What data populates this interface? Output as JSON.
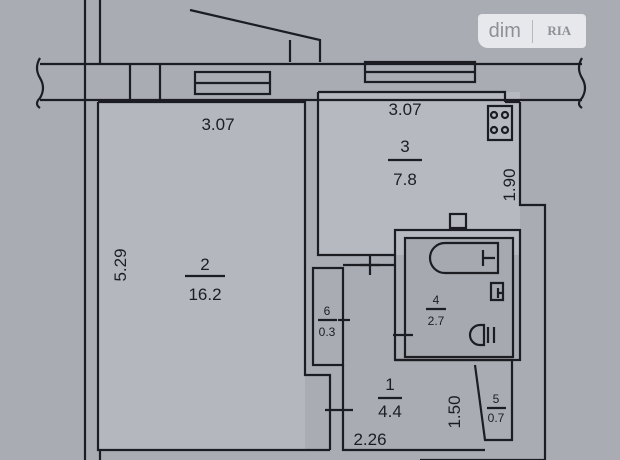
{
  "logo": {
    "part1": "dim",
    "part2": "RIA"
  },
  "rooms": [
    {
      "number": "2",
      "area": "16.2"
    },
    {
      "number": "3",
      "area": "7.8"
    },
    {
      "number": "4",
      "area": "2.7"
    },
    {
      "number": "6",
      "area": "0.3"
    },
    {
      "number": "1",
      "area": "4.4"
    },
    {
      "number": "5",
      "area": "0.7"
    }
  ],
  "dimensions": {
    "room2_width": "3.07",
    "room2_length": "5.29",
    "room3_width": "3.07",
    "room3_length": "1.90",
    "hall_width": "2.26",
    "hall_length": "1.50"
  }
}
